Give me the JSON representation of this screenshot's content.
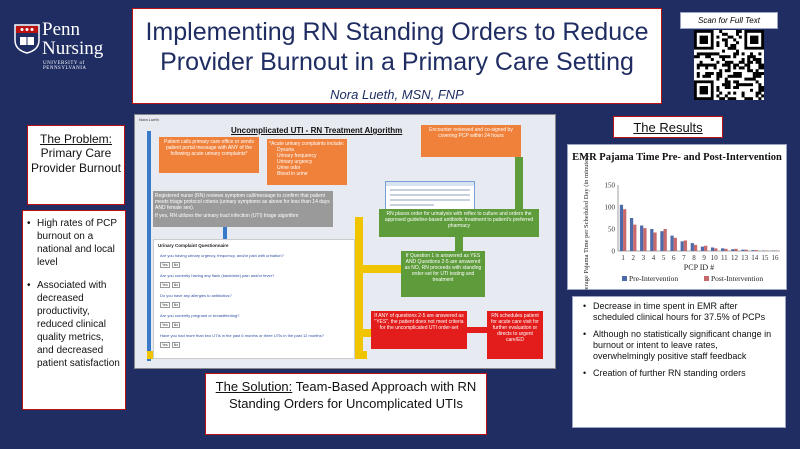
{
  "logo": {
    "line1": "Penn",
    "line2": "Nursing",
    "line3": "UNIVERSITY of PENNSYLVANIA"
  },
  "header": {
    "title": "Implementing RN Standing Orders to Reduce Provider Burnout in a Primary Care Setting",
    "author": "Nora Lueth, MSN, FNP"
  },
  "scan_label": "Scan for Full Text",
  "problem": {
    "heading": "The Problem:",
    "text": "Primary Care Provider Burnout",
    "bullets": [
      "High rates of PCP burnout on a national and local level",
      "Associated with decreased productivity, reduced clinical quality metrics, and decreased patient satisfaction"
    ]
  },
  "algorithm": {
    "author": "Nora Lueth",
    "title": "Uncomplicated UTI - RN Treatment Algorithm",
    "box_patient_calls": "Patient calls primary care office or sends patient portal message with ANY of the following acute urinary complaints*",
    "box_complaints_title": "*Acute urinary complaints include:",
    "complaints": [
      "Dysuria",
      "Urinary frequency",
      "Urinary urgency",
      "Urine odor",
      "Blood in urine"
    ],
    "box_encounter": "Encounter reviewed and co-signed by covering PCP within 24 hours",
    "box_registered": "Registered nurse (RN) reviews symptom call/message to confirm that patient meets triage protocol criteria (urinary symptoms as above for less than 14 days AND female sex).",
    "box_registered_2": "If yes, RN utilizes the urinary tract infection (UTI) triage algorithm",
    "box_rn_orders": "RN places order for urinalysis with reflex to culture and orders the approved guideline-based antibiotic treatment to patient's preferred pharmacy",
    "questionnaire_title": "Urinary Complaint Questionnaire",
    "questions": [
      "Are you having urinary urgency, frequency, and/or pain with urination?",
      "Are you currently having any flank (back/side) pain and/or fever?",
      "Do you have any allergies to antibiotics?",
      "Are you currently pregnant or breastfeeding?",
      "Have you had more than two UTIs in the past 6 months or three UTIs in the past 12 months?"
    ],
    "yes_label": "Yes",
    "no_label": "No",
    "box_q1_yes": "If Question 1 is answered as YES AND Questions 2-5 are answered as NO, RN proceeds with standing order-set for UTI testing and treatment",
    "box_any_yes": "If ANY of questions 2-5 are answered as \"YES\", the patient does not meet criteria for the uncomplicated UTI order-set",
    "box_schedule": "RN schedules patient for acute care visit for further evaluation or directs to urgent care/ED"
  },
  "solution": {
    "heading": "The Solution:",
    "text": "Team-Based Approach with RN Standing Orders for Uncomplicated UTIs"
  },
  "results": {
    "heading": "The Results",
    "bullets": [
      "Decrease in time spent in EMR after scheduled clinical hours for 37.5% of PCPs",
      "Although no statistically significant change in burnout or intent to leave rates, overwhelmingly positive staff feedback",
      "Creation of further RN standing orders"
    ]
  },
  "chart_data": {
    "type": "bar",
    "title": "EMR Pajama Time Pre- and Post-Intervention",
    "xlabel": "PCP ID #",
    "ylabel": "Average Pajama Time per Scheduled Day (in minutes)",
    "ylim": [
      0,
      150
    ],
    "yticks": [
      0,
      50,
      100,
      150
    ],
    "categories": [
      "1",
      "2",
      "3",
      "4",
      "5",
      "6",
      "7",
      "8",
      "9",
      "10",
      "11",
      "12",
      "13",
      "14",
      "15",
      "16"
    ],
    "series": [
      {
        "name": "Pre-Intervention",
        "color": "#4f6aa8",
        "values": [
          105,
          75,
          58,
          50,
          45,
          35,
          22,
          18,
          10,
          8,
          6,
          4,
          3,
          2,
          1,
          1
        ]
      },
      {
        "name": "Post-Intervention",
        "color": "#c8696b",
        "values": [
          95,
          60,
          52,
          42,
          50,
          30,
          24,
          14,
          12,
          6,
          5,
          5,
          3,
          2,
          1,
          1
        ]
      }
    ],
    "grid": false,
    "legend": "bottom"
  }
}
